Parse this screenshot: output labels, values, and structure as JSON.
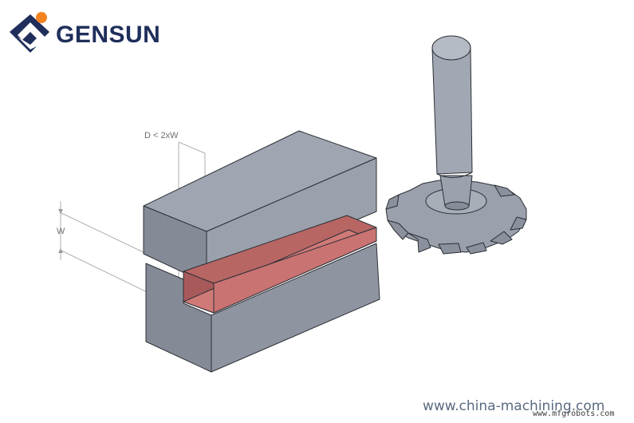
{
  "brand": {
    "name": "GENSUN",
    "logo_icon": "gensun-logo-icon",
    "colors": {
      "navy": "#1f2e5a",
      "orange": "#f58220"
    }
  },
  "diagram": {
    "depth_label": "D < 2xW",
    "width_label": "W",
    "colors": {
      "block_front": "#8a909b",
      "block_top": "#9fa6b2",
      "block_side": "#6d7380",
      "slot": "#c97372",
      "tool": "#969ca8",
      "edge": "#2c2f35"
    }
  },
  "footer": {
    "url": "www.china-machining.com",
    "watermark": "www.mfgrobots.com"
  }
}
